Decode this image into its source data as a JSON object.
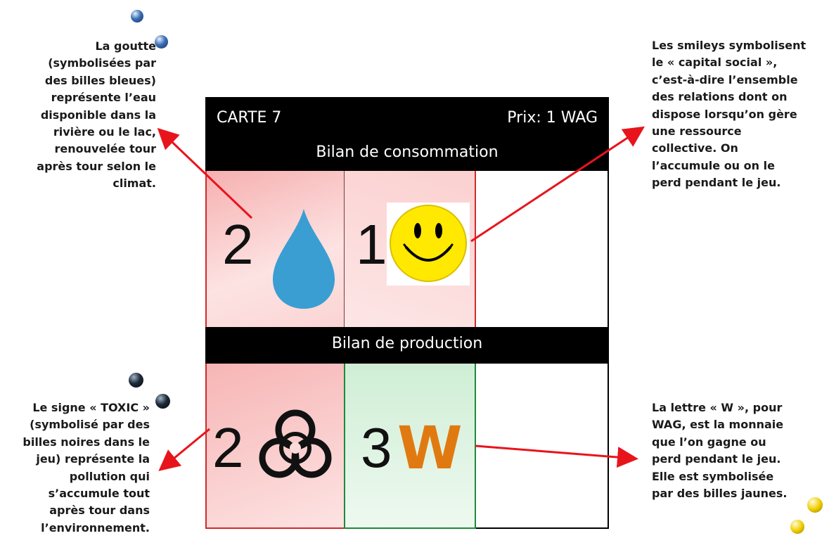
{
  "card": {
    "title": "CARTE 7",
    "price": "Prix: 1 WAG",
    "consumption_heading": "Bilan de consommation",
    "production_heading": "Bilan de production",
    "consumption": [
      {
        "value": "2",
        "icon": "water-drop-icon"
      },
      {
        "value": "1",
        "icon": "smiley-icon"
      }
    ],
    "production": [
      {
        "value": "2",
        "icon": "biohazard-icon"
      },
      {
        "value": "3",
        "icon": "wag-w-icon",
        "glyph": "W"
      }
    ]
  },
  "notes": {
    "water": "La goutte\n(symbolisées par\ndes billes bleues)\nreprésente l’eau\ndisponible dans la\nrivière ou le lac,\nrenouvelée tour\naprès tour selon le\nclimat.",
    "social": "Les smileys symbolisent\nle « capital social »,\nc’est-à-dire l’ensemble\ndes relations dont on\ndispose lorsqu’on gère\nune ressource\ncollective. On\nl’accumule ou on le\nperd pendant le jeu.",
    "toxic": "Le signe « TOXIC »\n(symbolisé par des\nbilles noires dans le\njeu) représente la\npollution qui\ns’accumule tout\naprès tour dans\nl’environnement.",
    "wag": "La lettre « W », pour\nWAG, est la monnaie\nque l’on gagne ou\nperd pendant le jeu.\nElle est symbolisée\npar des billes jaunes."
  },
  "colors": {
    "arrow": "#e8141c",
    "drop": "#3a9ed2",
    "smiley": "#ffe900",
    "wag": "#e07a10",
    "marble_blue": "#3b6fb5",
    "marble_black": "#1d2a38",
    "marble_yellow": "#f2cf00"
  }
}
